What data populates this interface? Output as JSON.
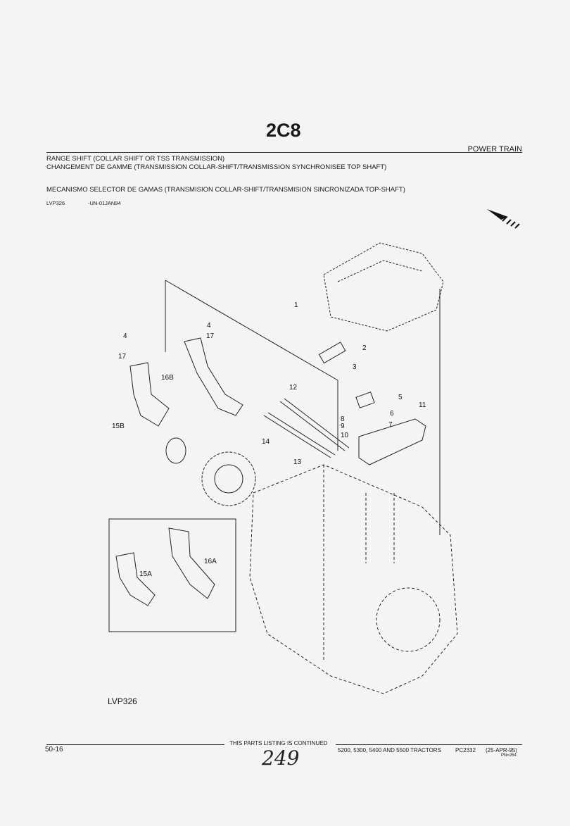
{
  "header": {
    "code": "2C8",
    "section": "POWER TRAIN",
    "title_en": "RANGE SHIFT (COLLAR SHIFT OR TSS TRANSMISSION)",
    "title_fr": "CHANGEMENT DE GAMME (TRANSMISSION COLLAR-SHIFT/TRANSMISSION SYNCHRONISEE TOP SHAFT)",
    "title_es": "MECANISMO SELECTOR DE GAMAS (TRANSMISION COLLAR-SHIFT/TRANSMISION SINCRONIZADA TOP-SHAFT)",
    "ref": "LVP326",
    "ref_date": "-UN-01JAN94"
  },
  "diagram": {
    "figure_label": "LVP326",
    "callouts": {
      "c1": "1",
      "c2": "2",
      "c3": "3",
      "c4a": "4",
      "c4b": "4",
      "c17a": "17",
      "c17b": "17",
      "c16b": "16B",
      "c15b": "15B",
      "c12": "12",
      "c5": "5",
      "c6": "6",
      "c11": "11",
      "c8": "8",
      "c9": "9",
      "c7": "7",
      "c10": "10",
      "c14": "14",
      "c13": "13",
      "c15a": "15A",
      "c16a": "16A"
    }
  },
  "footer": {
    "page": "50-16",
    "continued": "THIS PARTS LISTING IS CONTINUED",
    "models": "5200, 5300, 5400 AND 5500 TRACTORS",
    "pc": "PC2332",
    "date": "(25-APR-95)",
    "pn": "PN=264",
    "handwritten": "249"
  }
}
